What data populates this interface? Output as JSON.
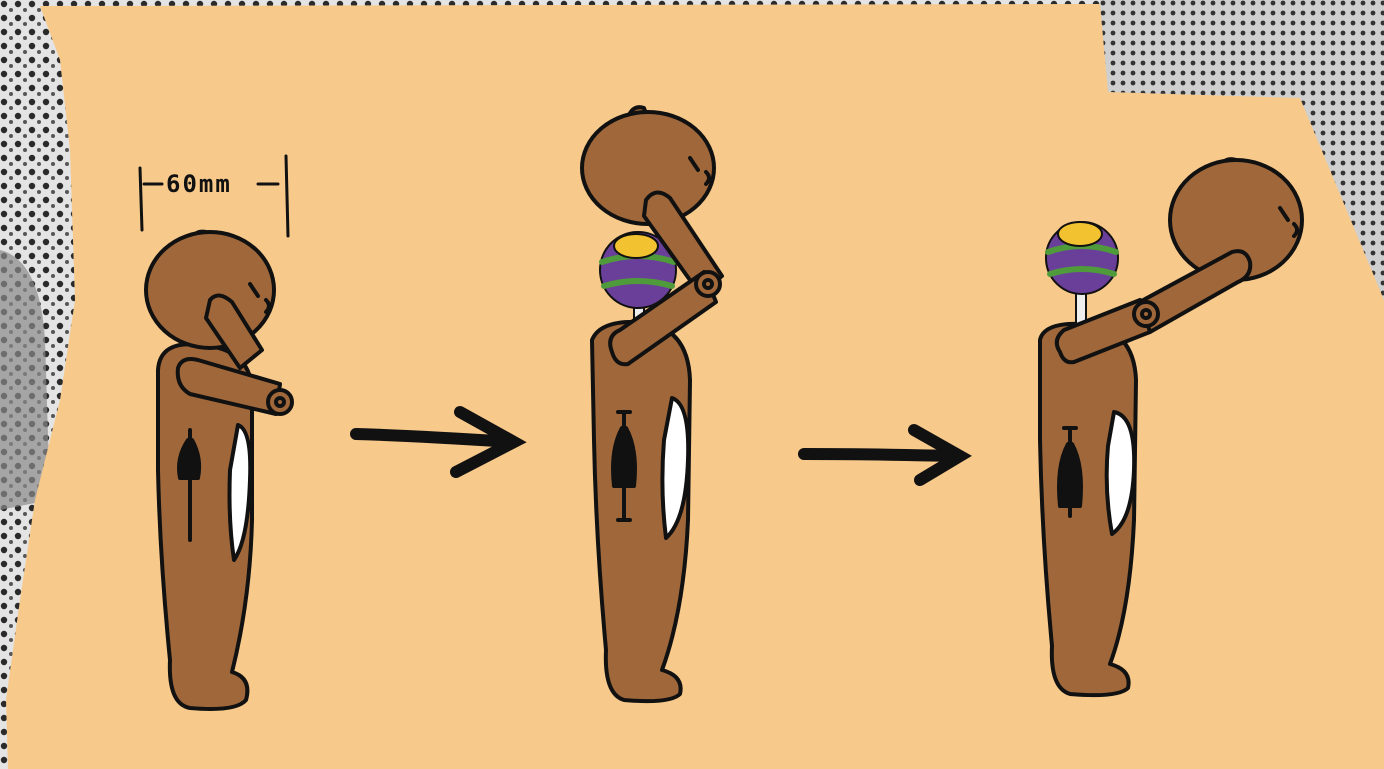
{
  "diagram": {
    "dimension_label": "60mm",
    "steps": [
      {
        "pose": "arm-folded",
        "lollipop": false
      },
      {
        "pose": "arm-raised-holding-lollipop",
        "lollipop": true
      },
      {
        "pose": "arm-extended-offering-lollipop",
        "lollipop": true
      }
    ],
    "arrows": 2
  },
  "colors": {
    "paper": "#f7c98b",
    "bear_fur": "#a0683a",
    "outline": "#111111",
    "belly": "#ffffff",
    "collage_bg": "#cfcfcf",
    "lollipop_purple": "#6a3f9a",
    "lollipop_green": "#4f9a3a",
    "lollipop_yellow": "#f2c230"
  }
}
